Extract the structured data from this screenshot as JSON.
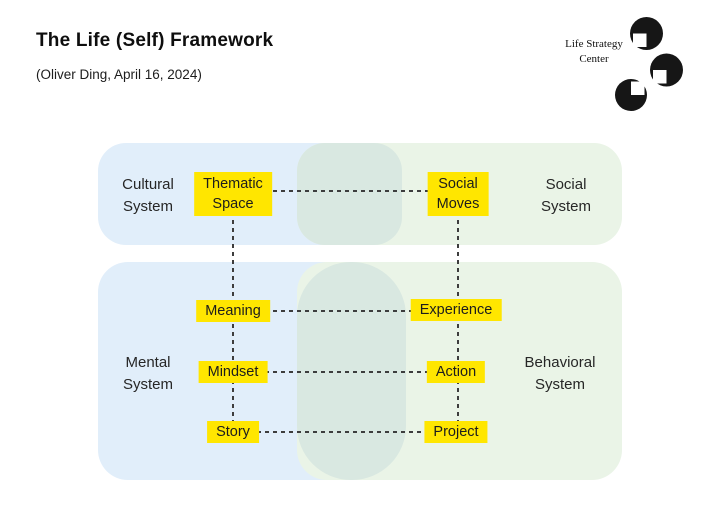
{
  "page": {
    "title": "The Life (Self) Framework",
    "subtitle": "(Oliver Ding, April 16, 2024)"
  },
  "logo": {
    "text": "Life Strategy\nCenter"
  },
  "diagram": {
    "systems": {
      "cultural": "Cultural\nSystem",
      "social": "Social\nSystem",
      "mental": "Mental\nSystem",
      "behavioral": "Behavioral\nSystem"
    },
    "nodes": {
      "thematic_space": "Thematic\nSpace",
      "social_moves": "Social\nMoves",
      "meaning": "Meaning",
      "experience": "Experience",
      "mindset": "Mindset",
      "action": "Action",
      "story": "Story",
      "project": "Project"
    },
    "links": {
      "horizontal": [
        [
          "thematic_space",
          "social_moves"
        ],
        [
          "meaning",
          "experience"
        ],
        [
          "mindset",
          "action"
        ],
        [
          "story",
          "project"
        ]
      ],
      "vertical_chains": [
        [
          "thematic_space",
          "meaning",
          "mindset",
          "story"
        ],
        [
          "social_moves",
          "experience",
          "action",
          "project"
        ]
      ],
      "style": "dashed"
    }
  },
  "colors": {
    "highlight_yellow": "#ffe600",
    "blue_system": "#e1eefa",
    "green_system": "#eaf4e7",
    "overlap_teal": "#d9e8e1",
    "connector_gray": "#3d3d3d",
    "logo_black": "#161616"
  }
}
